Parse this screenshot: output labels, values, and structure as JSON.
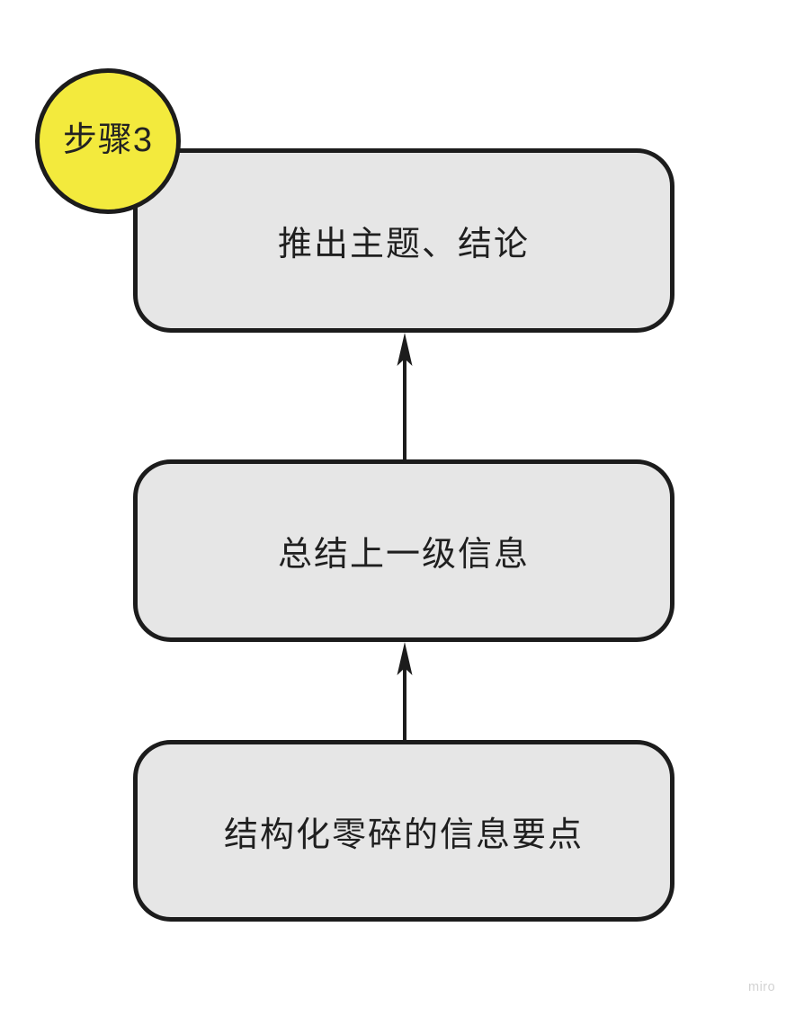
{
  "badge": {
    "label": "步骤3"
  },
  "flow": {
    "direction": "bottom-to-top",
    "nodes": [
      {
        "id": "conclusion",
        "label": "推出主题、结论"
      },
      {
        "id": "summarize",
        "label": "总结上一级信息"
      },
      {
        "id": "structure",
        "label": "结构化零碎的信息要点"
      }
    ],
    "connectors": [
      {
        "from": "structure",
        "to": "summarize",
        "style": "arrow-up"
      },
      {
        "from": "summarize",
        "to": "conclusion",
        "style": "arrow-up"
      }
    ]
  },
  "colors": {
    "background": "#ffffff",
    "badge_fill": "#f3ea3d",
    "node_fill": "#e6e6e6",
    "stroke": "#1c1c1c",
    "text": "#1f1f1f",
    "watermark": "#d3d3d3"
  },
  "watermark": {
    "label": "miro"
  }
}
